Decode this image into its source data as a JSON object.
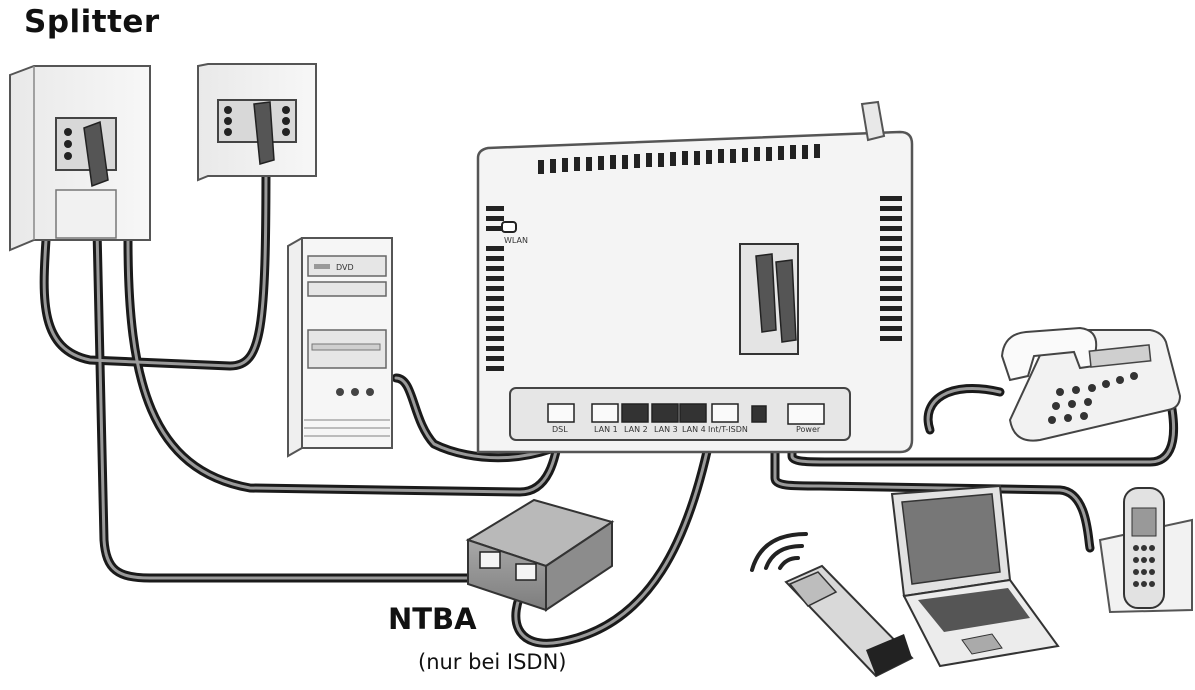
{
  "labels": {
    "title": "Splitter",
    "ntba": "NTBA",
    "ntba_note": "(nur bei ISDN)"
  },
  "router": {
    "wlan_label": "WLAN",
    "ports": [
      "DSL",
      "LAN 1",
      "LAN 2",
      "LAN 3",
      "LAN 4",
      "Int/T-ISDN",
      "",
      "Power"
    ]
  },
  "pc": {
    "drive_label": "DVD"
  }
}
